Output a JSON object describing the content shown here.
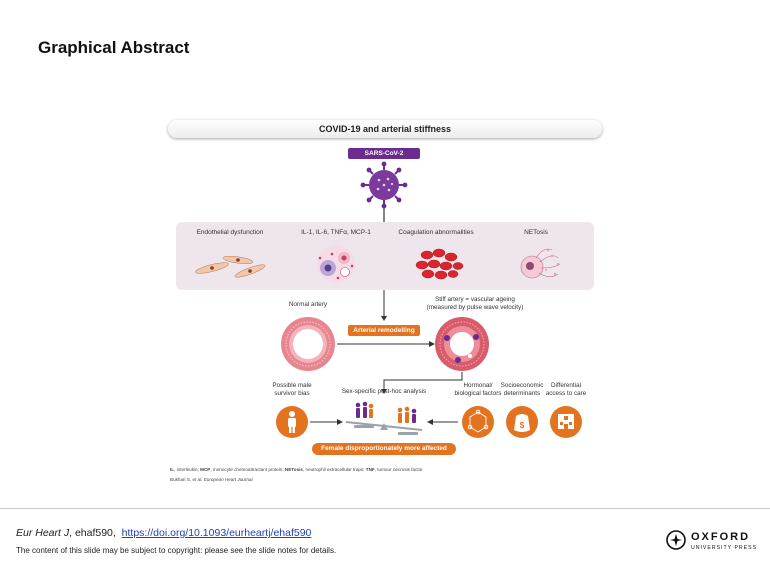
{
  "slide": {
    "title": "Graphical Abstract"
  },
  "figure": {
    "title": "COVID-19 and arterial stiffness",
    "virus_label": "SARS-CoV-2",
    "effects": [
      "Endothelial dysfunction",
      "IL-1, IL-6, TNFα, MCP-1",
      "Coagulation abnormalities",
      "NETosis"
    ],
    "normal_artery_label": "Normal artery",
    "stiff_artery_label": "Stiff artery = vascular ageing",
    "stiff_artery_sub": "(measured by pulse wave velocity)",
    "remodelling_label": "Arterial remodelling",
    "survivor_bias_label": [
      "Possible male",
      "survivor bias"
    ],
    "analysis_label": "Sex-specific post-hoc analysis",
    "factors": [
      [
        "Hormonal/",
        "biological factors"
      ],
      [
        "Socioeconomic",
        "determinants"
      ],
      [
        "Differential",
        "access to care"
      ]
    ],
    "female_label": "Female disproportionately more affected",
    "footnote_abbrev": [
      {
        "term": "IL",
        "def": ", interleukin; "
      },
      {
        "term": "MCP",
        "def": ", monocyte chemoattractant protein; "
      },
      {
        "term": "NETosis",
        "def": ", neutrophil extracellular traps; "
      },
      {
        "term": "TNF",
        "def": ", tumour necrosis factor"
      }
    ],
    "footnote_author": "Bukhari S, ",
    "footnote_etal": "et al.",
    "footnote_journal": "European Heart Journal."
  },
  "citation": {
    "journal": "Eur Heart J",
    "article": ", ehaf590,",
    "doi": "https://doi.org/10.1093/eurheartj/ehaf590"
  },
  "copyright": "The content of this slide may be subject to copyright: please see the slide notes for details.",
  "publisher": {
    "name": "OXFORD",
    "press": "UNIVERSITY PRESS"
  },
  "colors": {
    "purple": "#6b2c8f",
    "orange": "#e3741f",
    "artery": "#e06a7a",
    "link": "#1f3fb5"
  },
  "icons": [
    "virus-icon",
    "endothelial-cells-icon",
    "cytokine-cells-icon",
    "red-blood-cells-icon",
    "netosis-icon",
    "artery-icon",
    "person-icon",
    "dna-icon",
    "money-bag-icon",
    "hospital-icon",
    "scale-icon"
  ]
}
